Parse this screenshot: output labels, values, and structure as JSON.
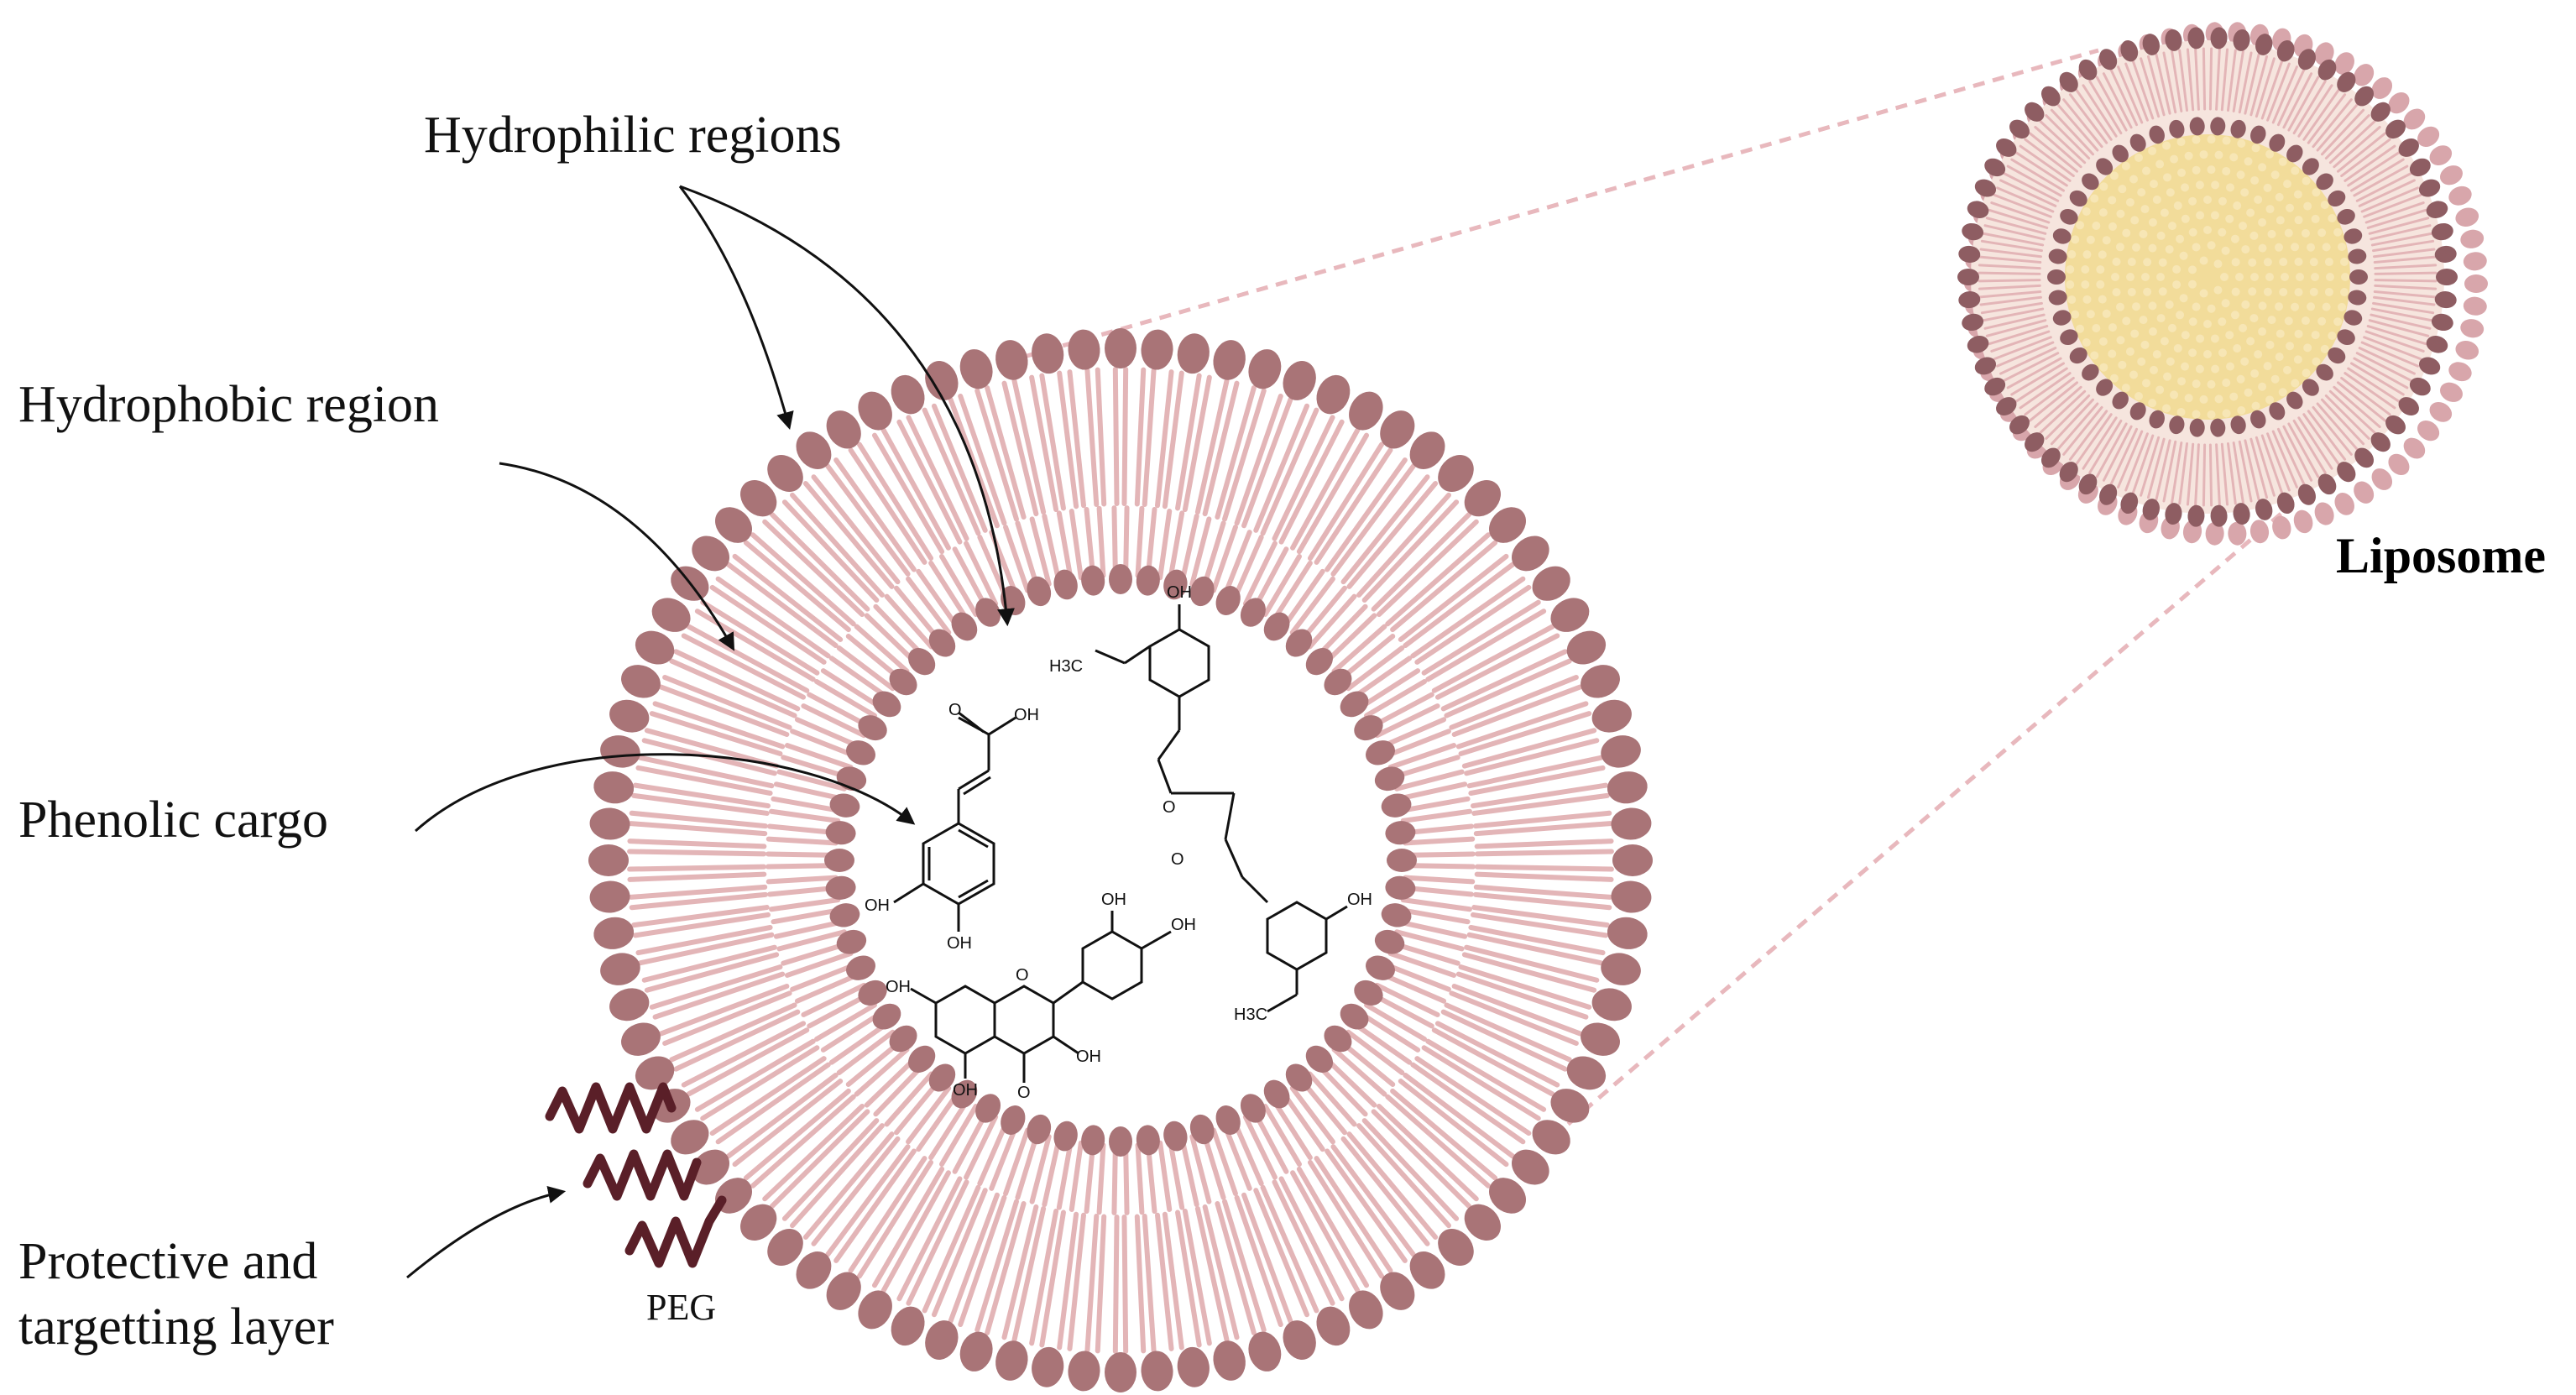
{
  "labels": {
    "hydrophilic": "Hydrophilic regions",
    "hydrophobic": "Hydrophobic region",
    "phenolic": "Phenolic cargo",
    "protective_line1": "Protective and",
    "protective_line2": "targetting layer",
    "peg": "PEG",
    "liposome": "Liposome"
  },
  "chem": {
    "oh": "OH",
    "o": "O",
    "h3c": "H3C"
  },
  "colors": {
    "head": "#a97477",
    "head_dark": "#8e5d62",
    "tail": "#e3b5b7",
    "peg": "#5a1f28",
    "core": "#f2dc9a",
    "dashed": "#e8b8bd",
    "arrow": "#111111"
  }
}
